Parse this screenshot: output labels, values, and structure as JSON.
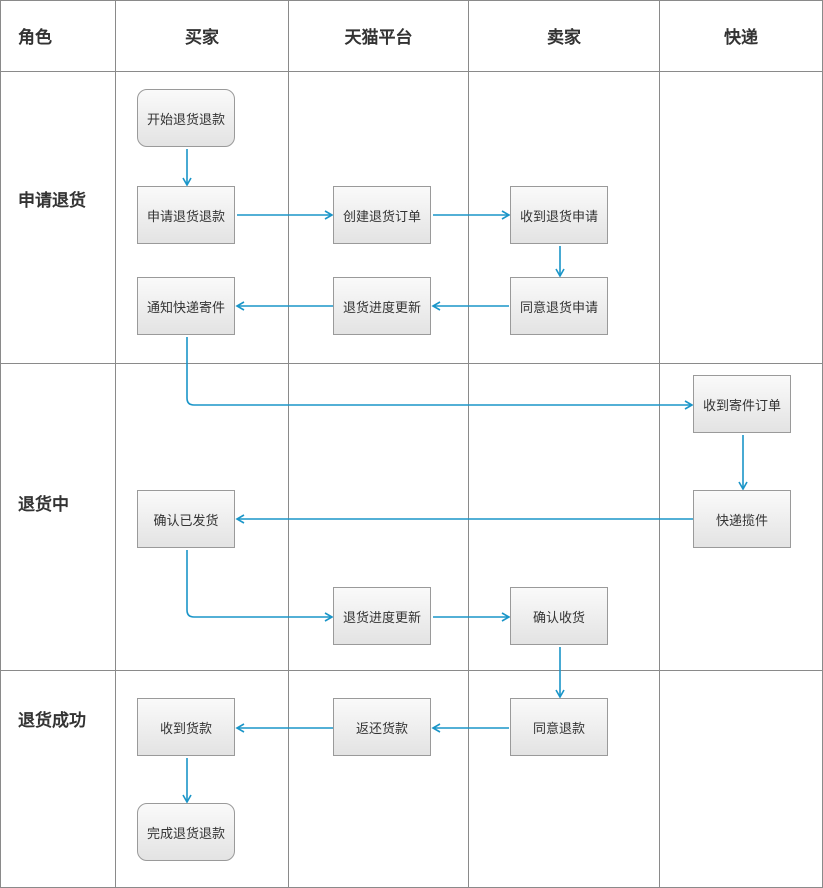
{
  "header": {
    "role": "角色",
    "lanes": [
      "买家",
      "天猫平台",
      "卖家",
      "快递"
    ]
  },
  "phases": [
    "申请退货",
    "退货中",
    "退货成功"
  ],
  "nodes": {
    "start": "开始退货退款",
    "apply": "申请退货退款",
    "create": "创建退货订单",
    "receive_apply": "收到退货申请",
    "agree_apply": "同意退货申请",
    "progress1": "退货进度更新",
    "notify": "通知快递寄件",
    "receive_order": "收到寄件订单",
    "pickup": "快递揽件",
    "confirm_ship": "确认已发货",
    "progress2": "退货进度更新",
    "confirm_receive": "确认收货",
    "agree_refund": "同意退款",
    "return_money": "返还货款",
    "receive_money": "收到货款",
    "finish": "完成退货退款"
  },
  "colors": {
    "arrow": "#1a95c8",
    "grid": "#8a8a8a",
    "node_border": "#9a9a9a"
  }
}
